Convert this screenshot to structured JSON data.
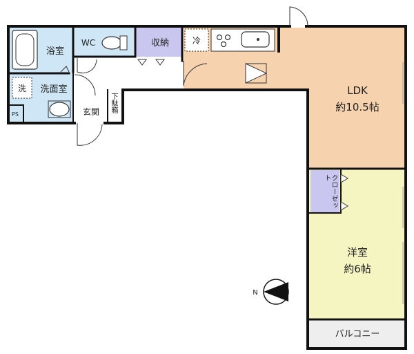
{
  "rooms": {
    "bath": "浴室",
    "wc": "WC",
    "storage": "収納",
    "fridge": "冷",
    "wash_mark": "洗",
    "washroom": "洗面室",
    "ps": "PS",
    "entrance": "玄関",
    "shoe_box": "下駄箱",
    "ldk_name": "LDK",
    "ldk_size": "約10.5帖",
    "closet": "クローゼット",
    "western_name": "洋室",
    "western_size": "約6帖",
    "balcony": "バルコニー"
  },
  "compass": {
    "label": "N"
  },
  "colors": {
    "wet_area": "#cfe6f7",
    "storage": "#c9c7ef",
    "ldk": "#f7d2ae",
    "western": "#f5f5c2",
    "balcony": "#eeeeee",
    "wall": "#111111"
  }
}
